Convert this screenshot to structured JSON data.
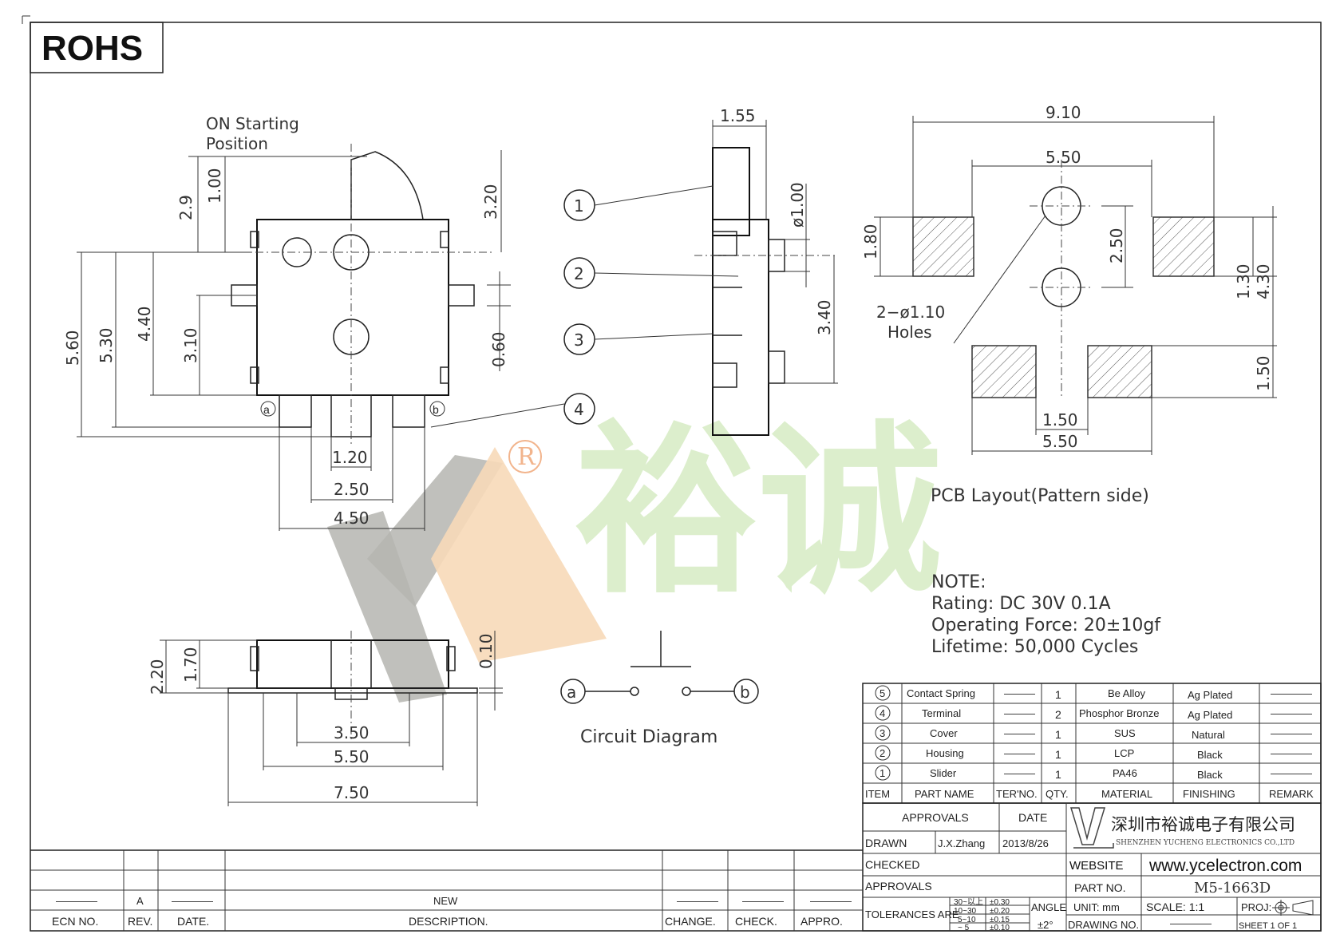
{
  "rohs": "ROHS",
  "watermark": {
    "registered": "R",
    "brand_chinese": "裕诚"
  },
  "side_view": {
    "on_starting_line1": "ON  Starting",
    "on_starting_line2": "Position",
    "dims": {
      "d2_9": "2.9",
      "d1_00": "1.00",
      "d3_20": "3.20",
      "d5_60": "5.60",
      "d5_30": "5.30",
      "d4_40": "4.40",
      "d3_10": "3.10",
      "d0_60": "0.60",
      "d1_20": "1.20",
      "d2_50": "2.50",
      "d4_50": "4.50"
    },
    "term_a": "a",
    "term_b": "b"
  },
  "profile_view": {
    "dims": {
      "d1_55": "1.55",
      "d1_00_dia": "ø1.00",
      "d3_40": "3.40"
    },
    "callouts": [
      "1",
      "2",
      "3",
      "4"
    ]
  },
  "pcb": {
    "dims": {
      "d9_10": "9.10",
      "d5_50_top": "5.50",
      "d1_80": "1.80",
      "d2_50": "2.50",
      "d1_30": "1.30",
      "d4_30": "4.30",
      "d1_50_right": "1.50",
      "d1_50_bottom": "1.50",
      "d5_50_bottom": "5.50"
    },
    "holes_line1": "2−ø1.10",
    "holes_line2": "Holes",
    "caption": "PCB  Layout(Pattern  side)"
  },
  "bottom_view": {
    "dims": {
      "d2_20": "2.20",
      "d1_70": "1.70",
      "d0_10": "0.10",
      "d3_50": "3.50",
      "d5_50": "5.50",
      "d7_50": "7.50"
    }
  },
  "circuit": {
    "a": "a",
    "b": "b",
    "caption": "Circuit  Diagram"
  },
  "note": {
    "title": "NOTE:",
    "rating": "Rating: DC  30V  0.1A",
    "force": "Operating  Force: 20±10gf",
    "lifetime": "Lifetime:   50,000  Cycles"
  },
  "bom": {
    "rows": [
      {
        "item": "5",
        "name": "Contact  Spring",
        "ter": "———",
        "qty": "1",
        "material": "Be  Alloy",
        "finishing": "Ag  Plated",
        "remark": "————"
      },
      {
        "item": "4",
        "name": "Terminal",
        "ter": "———",
        "qty": "2",
        "material": "Phosphor Bronze",
        "finishing": "Ag  Plated",
        "remark": "————"
      },
      {
        "item": "3",
        "name": "Cover",
        "ter": "———",
        "qty": "1",
        "material": "SUS",
        "finishing": "Natural",
        "remark": "————"
      },
      {
        "item": "2",
        "name": "Housing",
        "ter": "———",
        "qty": "1",
        "material": "LCP",
        "finishing": "Black",
        "remark": "————"
      },
      {
        "item": "1",
        "name": "Slider",
        "ter": "———",
        "qty": "1",
        "material": "PA46",
        "finishing": "Black",
        "remark": "————"
      }
    ],
    "headers": {
      "item": "ITEM",
      "name": "PART  NAME",
      "ter": "TER'NO.",
      "qty": "QTY.",
      "material": "MATERIAL",
      "finishing": "FINISHING",
      "remark": "REMARK"
    }
  },
  "title_block": {
    "approvals": "APPROVALS",
    "date": "DATE",
    "drawn": "DRAWN",
    "drawn_by": "J.X.Zhang",
    "drawn_date": "2013/8/26",
    "checked": "CHECKED",
    "approvals2": "APPROVALS",
    "tolerances": "TOLERANCES  ARE",
    "tol_ranges": [
      "30~以上",
      "10~30",
      "5~10",
      "~ 5"
    ],
    "tol_values": [
      "±0.30",
      "±0.20",
      "±0.15",
      "±0.10"
    ],
    "angle": "ANGLE",
    "angle_val": "±2°",
    "company_cn": "深圳市裕诚电子有限公司",
    "company_en": "SHENZHEN  YUCHENG  ELECTRONICS  CO.,LTD",
    "website_label": "WEBSITE",
    "website": "www.ycelectron.com",
    "part_no_label": "PART  NO.",
    "part_no": "M5-1663D",
    "unit": "UNIT:  mm",
    "scale": "SCALE:    1:1",
    "proj": "PROJ:",
    "drawing_no": "DRAWING  NO.",
    "drawing_no_val": "————",
    "sheet": "SHEET    1   OF   1"
  },
  "revision": {
    "ecn_val": "————",
    "rev_val": "A",
    "date_val": "————",
    "desc_val": "NEW",
    "change_val": "————",
    "check_val": "————",
    "appro_val": "————",
    "ecn": "ECN  NO.",
    "rev": "REV.",
    "date": "DATE.",
    "desc": "DESCRIPTION.",
    "change": "CHANGE.",
    "check": "CHECK.",
    "appro": "APPRO."
  },
  "colors": {
    "watermark_grey": "#b5b5b0",
    "watermark_orange": "#f7d9b8",
    "watermark_green": "#d7ecc4",
    "line": "#222222"
  }
}
